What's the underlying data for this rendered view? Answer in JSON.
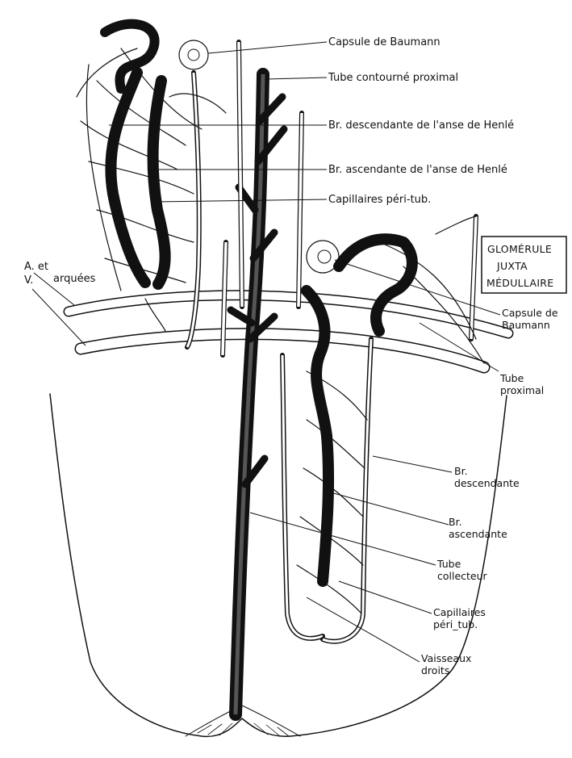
{
  "labels": {
    "capsule_cortical": "Capsule de Baumann",
    "tube_contourne": "Tube contourné proximal",
    "br_descendante_henle": "Br. descendante de l'anse de Henlé",
    "br_ascendante_henle": "Br. ascendante de l'anse de Henlé",
    "capillaires_peri_top": "Capillaires péri-tub.",
    "a_v_line1": "A. et",
    "a_v_line2": "V.",
    "arquees": "arquées",
    "capsule_jm_line1": "Capsule de",
    "capsule_jm_line2": "Baumann",
    "tube_proximal_line1": "Tube",
    "tube_proximal_line2": "proximal",
    "br_desc_line1": "Br.",
    "br_desc_line2": "descendante",
    "br_asc_line1": "Br.",
    "br_asc_line2": "ascendante",
    "tube_coll_line1": "Tube",
    "tube_coll_line2": "collecteur",
    "capillaires_line1": "Capillaires",
    "capillaires_line2": "péri_tub.",
    "vaisseaux_line1": "Vaisseaux",
    "vaisseaux_line2": "droits"
  },
  "box": {
    "line1": "GLOMÉRULE",
    "line2": "JUXTA",
    "line3": "MÉDULLAIRE"
  },
  "colors": {
    "ink": "#111111",
    "paper": "#ffffff",
    "tubule_dark": "#1a1a1a"
  }
}
